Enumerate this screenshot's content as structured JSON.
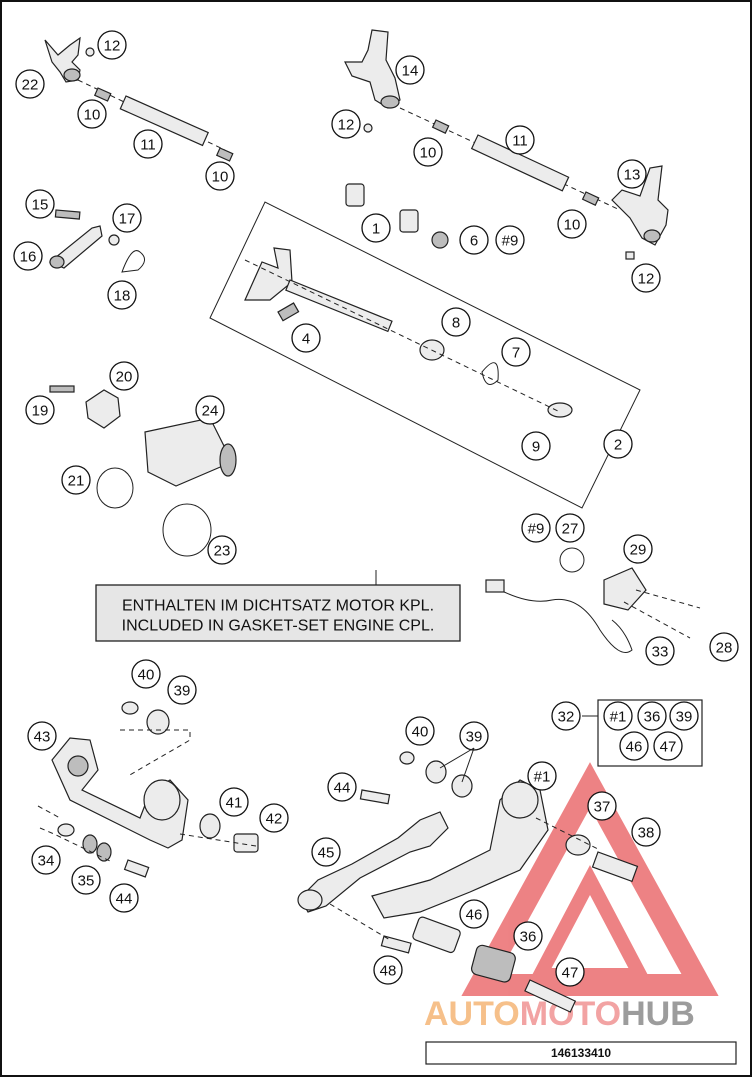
{
  "note": {
    "ref": "#9",
    "line1": "ENTHALTEN IM DICHTSATZ MOTOR KPL.",
    "line2": "INCLUDED IN GASKET-SET ENGINE CPL."
  },
  "callouts": [
    "12",
    "22",
    "10",
    "11",
    "10",
    "14",
    "12",
    "11",
    "10",
    "13",
    "10",
    "12",
    "15",
    "17",
    "16",
    "18",
    "1",
    "6",
    "#9",
    "8",
    "4",
    "7",
    "2",
    "9",
    "20",
    "19",
    "24",
    "21",
    "23",
    "#9",
    "27",
    "29",
    "33",
    "28",
    "40",
    "39",
    "43",
    "32",
    "#1",
    "36",
    "39",
    "46",
    "47",
    "40",
    "39",
    "44",
    "#1",
    "41",
    "42",
    "37",
    "38",
    "34",
    "35",
    "44",
    "45",
    "46",
    "36",
    "48",
    "47"
  ],
  "watermark": {
    "part1": "AUTO",
    "part2": "MOTO",
    "part3": "HUB",
    "colors": {
      "auto": "#f6c08a",
      "moto": "#f2a3a3",
      "hub": "#a0a0a0",
      "triangle": "#e8595c"
    }
  },
  "diagram_number": "146133410"
}
